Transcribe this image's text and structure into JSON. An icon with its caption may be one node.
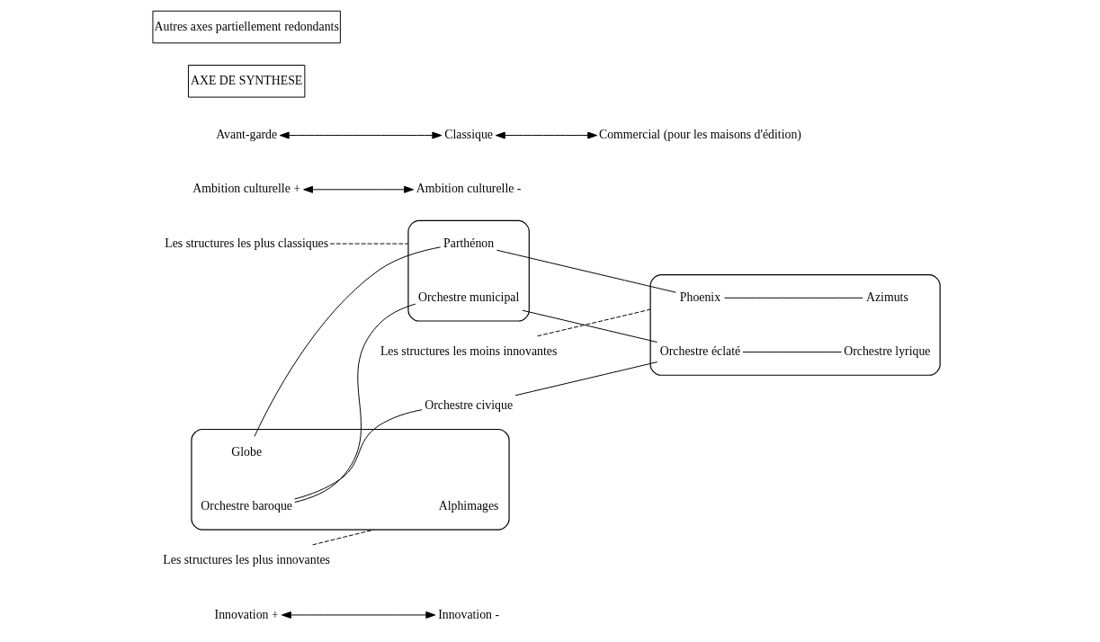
{
  "diagram": {
    "nodes": [
      {
        "text": [
          "Innovation +"
        ]
      },
      {
        "text": [
          "Innovation -"
        ]
      },
      {
        "text": [
          "Les structures les plus classiques"
        ]
      },
      {
        "text": [
          "Les structures les moins innovantes"
        ]
      },
      {
        "text": [],
        "shape": "ellipse"
      },
      {
        "text": [
          "Alphimages"
        ],
        "in": 4
      },
      {
        "text": [
          "Globe"
        ],
        "in": 4
      },
      {
        "text": [
          "Orchestre baroque"
        ],
        "in": 4
      },
      {
        "text": [],
        "shape": "ellipse"
      },
      {
        "text": [
          "Parthénon"
        ],
        "in": 8
      },
      {
        "text": [
          "Orchestre municipal"
        ],
        "in": 8
      },
      {
        "text": [],
        "shape": "ellipse"
      },
      {
        "text": [
          "Phoenix"
        ],
        "in": 11
      },
      {
        "text": [
          "Azimuts"
        ],
        "in": 11
      },
      {
        "text": [
          "Orchestre éclaté"
        ],
        "in": 11
      },
      {
        "text": [
          "Orchestre lyrique"
        ],
        "in": 11
      },
      {
        "text": [
          "Les structures les plus innovantes"
        ]
      },
      {
        "text": [
          "Orchestre civique"
        ]
      },
      {
        "text": [
          "Ambition culturelle +"
        ]
      },
      {
        "text": [
          "Avant-garde"
        ]
      },
      {
        "text": [
          "Classique"
        ]
      },
      {
        "text": [
          "Ambition culturelle -"
        ]
      },
      {
        "text": [
          "Commercial (pour les maisons d'édition)"
        ]
      }
    ],
    "edges": [
      {
        "from": 0,
        "to": 1,
        "arrow": "both"
      },
      {
        "from": 2,
        "to": 8,
        "arrow": "none",
        "style": "dashed"
      },
      {
        "from": 3,
        "to": 11,
        "arrow": "none",
        "style": "dashed"
      },
      {
        "from": 6,
        "to": 9,
        "arrow": "none"
      },
      {
        "from": 9,
        "to": 12,
        "arrow": "none"
      },
      {
        "from": 12,
        "to": 13,
        "arrow": "none"
      },
      {
        "from": 7,
        "to": 10,
        "arrow": "none"
      },
      {
        "from": 10,
        "to": 14,
        "arrow": "none"
      },
      {
        "from": 14,
        "to": 15,
        "arrow": "none"
      },
      {
        "from": 16,
        "to": 4,
        "arrow": "none",
        "style": "dashed"
      },
      {
        "from": 7,
        "to": 17,
        "arrow": "none"
      },
      {
        "from": 17,
        "to": 14,
        "arrow": "none"
      },
      {
        "from": 18,
        "to": 21,
        "arrow": "both"
      },
      {
        "from": 19,
        "to": 20,
        "arrow": "both"
      },
      {
        "from": 20,
        "to": 22,
        "arrow": "both"
      }
    ],
    "labels": [
      "AXE DE SYNTHESE",
      "Autres axes partiellement redondants"
    ]
  }
}
